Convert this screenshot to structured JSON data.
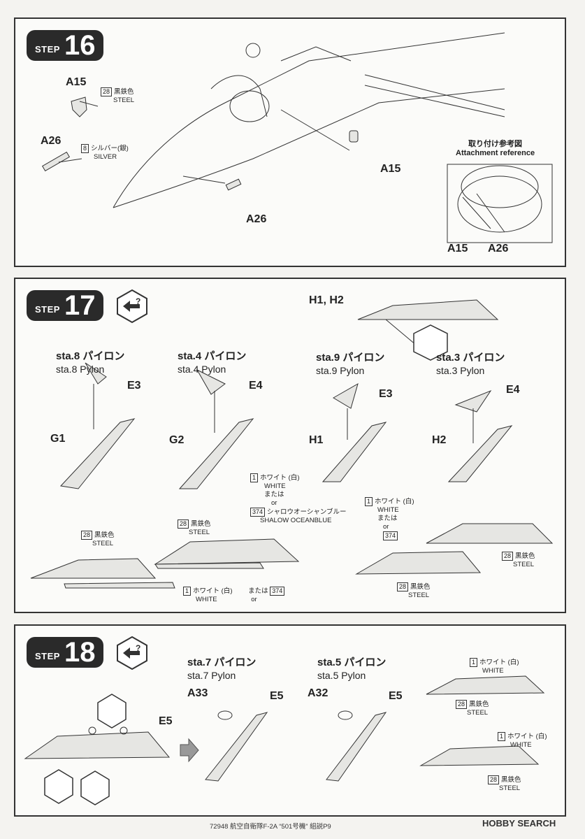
{
  "step16": {
    "word": "STEP",
    "num": "16",
    "part_a15": "A15",
    "part_a26": "A26",
    "color_28_num": "28",
    "color_28_jp": "黒鉄色",
    "color_28_en": "STEEL",
    "color_8_num": "8",
    "color_8_jp": "シルバー(銀)",
    "color_8_en": "SILVER",
    "ref_jp": "取り付け参考図",
    "ref_en": "Attachment reference"
  },
  "step17": {
    "word": "STEP",
    "num": "17",
    "h1h2": "H1, H2",
    "pylons": [
      {
        "jp": "sta.8 パイロン",
        "en": "sta.8 Pylon",
        "top": "E3",
        "body": "G1"
      },
      {
        "jp": "sta.4 パイロン",
        "en": "sta.4 Pylon",
        "top": "E4",
        "body": "G2"
      },
      {
        "jp": "sta.9 パイロン",
        "en": "sta.9 Pylon",
        "top": "E3",
        "body": "H1"
      },
      {
        "jp": "sta.3 パイロン",
        "en": "sta.3 Pylon",
        "top": "E4",
        "body": "H2"
      }
    ],
    "c1_num": "1",
    "c1_jp": "ホワイト (白)",
    "c1_en": "WHITE",
    "or_jp": "または",
    "or_en": "or",
    "c374_num": "374",
    "c374_jp": "シャロウオーシャンブルー",
    "c374_en": "SHALOW OCEANBLUE",
    "c28_num": "28",
    "c28_jp": "黒鉄色",
    "c28_en": "STEEL"
  },
  "step18": {
    "word": "STEP",
    "num": "18",
    "e5": "E5",
    "p7_jp": "sta.7 パイロン",
    "p7_en": "sta.7 Pylon",
    "p7_top": "A33",
    "p5_jp": "sta.5 パイロン",
    "p5_en": "sta.5 Pylon",
    "p5_top": "A32",
    "c1_num": "1",
    "c1_jp": "ホワイト (白)",
    "c1_en": "WHITE",
    "c28_num": "28",
    "c28_jp": "黒鉄色",
    "c28_en": "STEEL"
  },
  "footer": "72948 航空自衛隊F-2A “501号機” 組説P9",
  "brand": "HOBBY SEARCH"
}
